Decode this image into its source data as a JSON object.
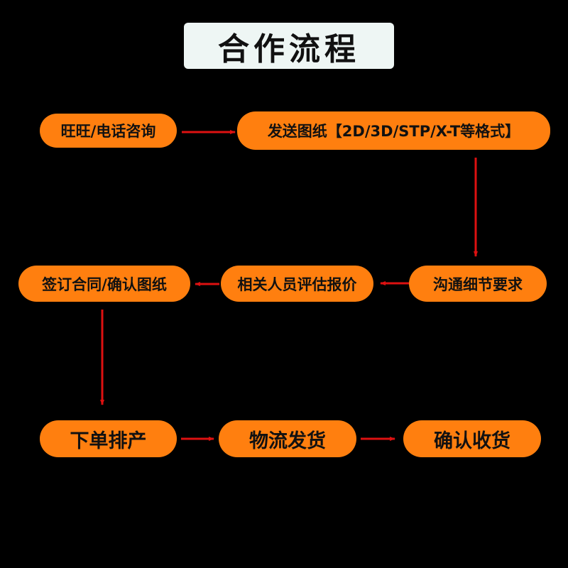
{
  "title": "合作流程",
  "colors": {
    "background": "#000000",
    "node_fill": "#ff7f0f",
    "arrow": "#dd1111",
    "title_box": "#eef6f4"
  },
  "steps": {
    "consult": "旺旺/电话咨询",
    "send_drawings": "发送图纸【2D/3D/STP/X-T等格式】",
    "communicate": "沟通细节要求",
    "evaluate": "相关人员评估报价",
    "contract": "签订合同/确认图纸",
    "production": "下单排产",
    "shipping": "物流发货",
    "receipt": "确认收货"
  }
}
